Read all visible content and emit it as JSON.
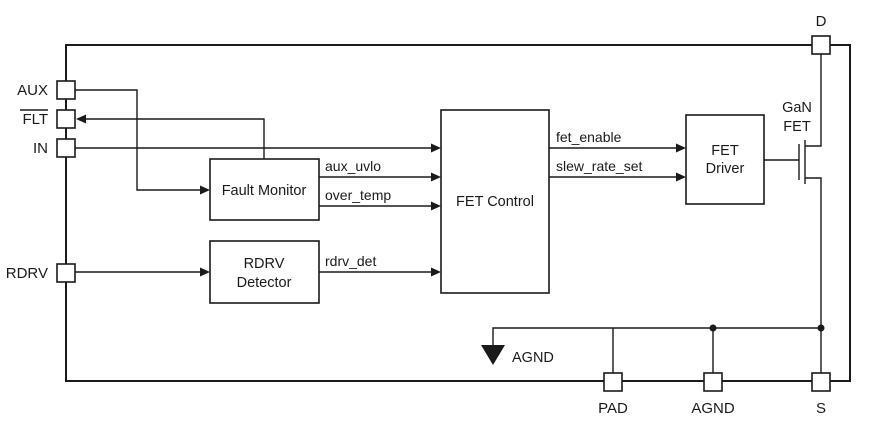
{
  "pins": {
    "aux": "AUX",
    "flt": "FLT",
    "in": "IN",
    "rdrv": "RDRV",
    "d": "D",
    "s": "S",
    "pad": "PAD",
    "agnd_pin": "AGND"
  },
  "blocks": {
    "fault_monitor": "Fault Monitor",
    "rdrv_detector": [
      "RDRV",
      "Detector"
    ],
    "fet_control": "FET Control",
    "fet_driver": [
      "FET",
      "Driver"
    ]
  },
  "signals": {
    "aux_uvlo": "aux_uvlo",
    "over_temp": "over_temp",
    "rdrv_det": "rdrv_det",
    "fet_enable": "fet_enable",
    "slew_rate_set": "slew_rate_set"
  },
  "transistor": [
    "GaN",
    "FET"
  ],
  "ground_label": "AGND"
}
